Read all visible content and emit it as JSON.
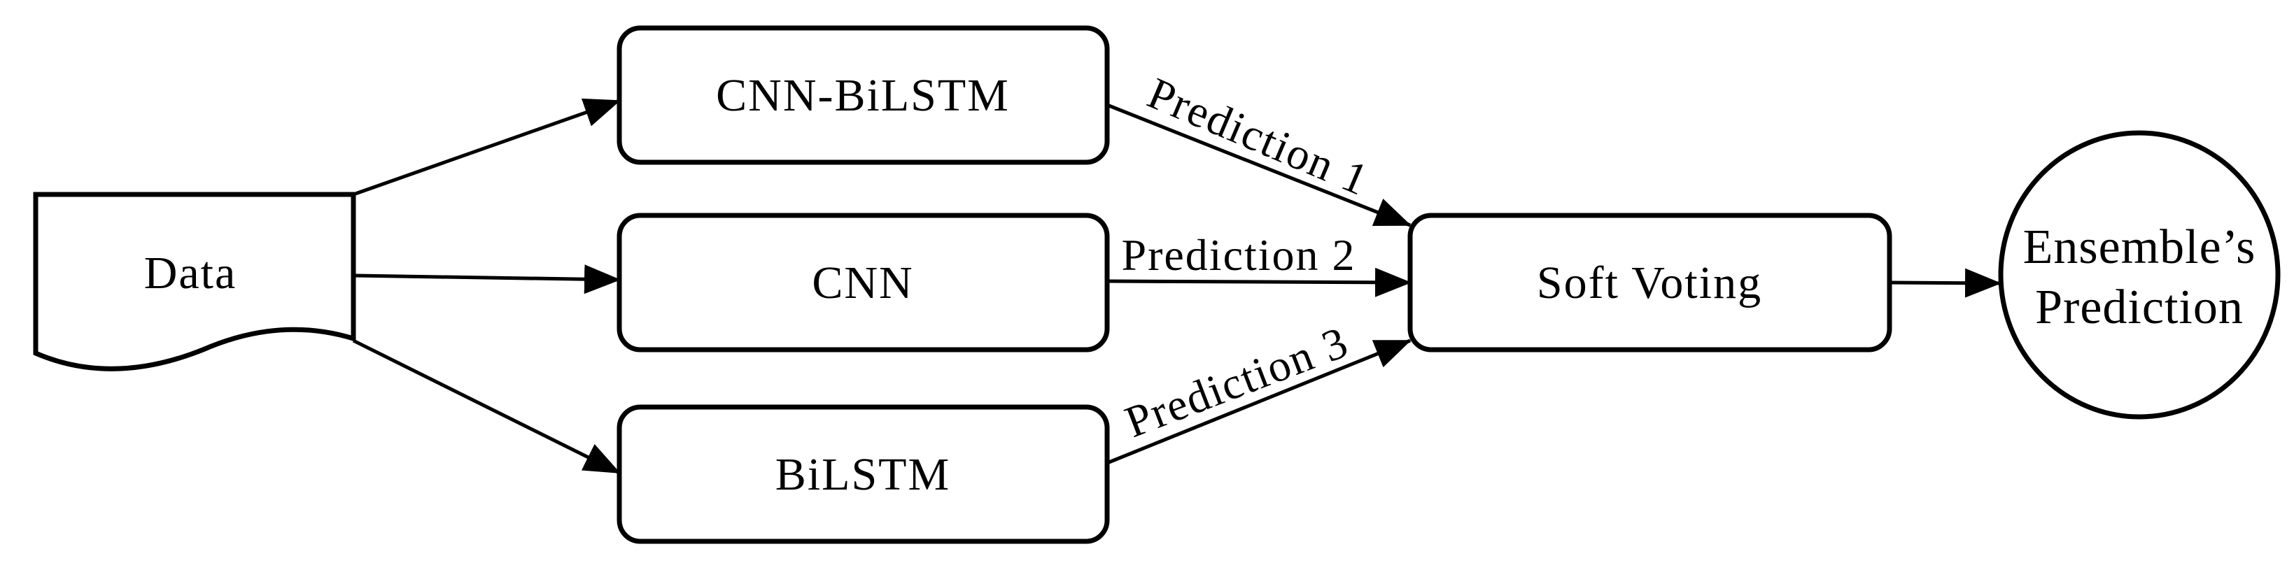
{
  "diagram": {
    "type": "flowchart",
    "background_color": "#ffffff",
    "line_color": "#000000",
    "nodes": {
      "data": {
        "label": "Data",
        "shape": "document"
      },
      "cnn_bilstm": {
        "label": "CNN-BiLSTM",
        "shape": "rounded-rectangle"
      },
      "cnn": {
        "label": "CNN",
        "shape": "rounded-rectangle"
      },
      "bilstm": {
        "label": "BiLSTM",
        "shape": "rounded-rectangle"
      },
      "soft_voting": {
        "label": "Soft Voting",
        "shape": "rounded-rectangle"
      },
      "ensemble_prediction": {
        "label": "Ensemble’s Prediction",
        "line1": "Ensemble’s",
        "line2": "Prediction",
        "shape": "circle"
      }
    },
    "edges": [
      {
        "from": "data",
        "to": "cnn_bilstm",
        "label": ""
      },
      {
        "from": "data",
        "to": "cnn",
        "label": ""
      },
      {
        "from": "data",
        "to": "bilstm",
        "label": ""
      },
      {
        "from": "cnn_bilstm",
        "to": "soft_voting",
        "label": "Prediction 1"
      },
      {
        "from": "cnn",
        "to": "soft_voting",
        "label": "Prediction 2"
      },
      {
        "from": "bilstm",
        "to": "soft_voting",
        "label": "Prediction 3"
      },
      {
        "from": "soft_voting",
        "to": "ensemble_prediction",
        "label": ""
      }
    ]
  }
}
